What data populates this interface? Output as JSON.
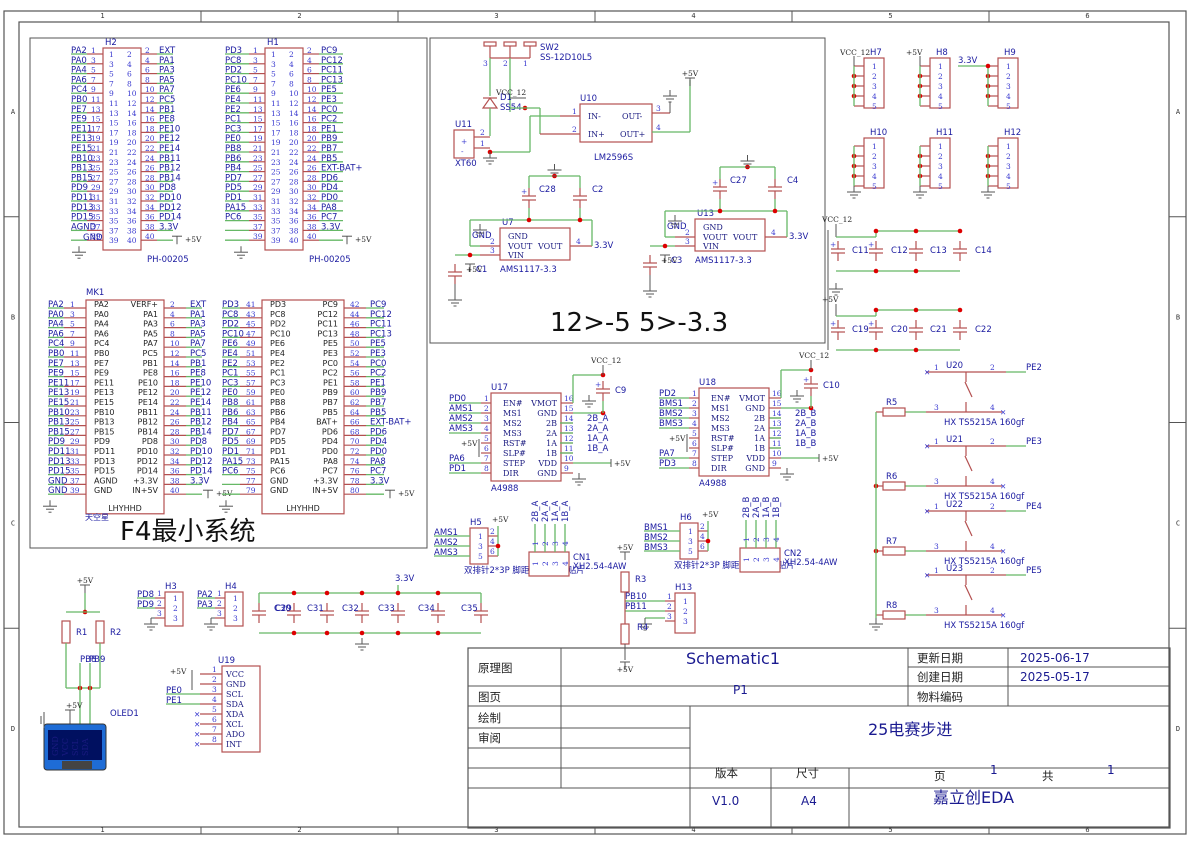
{
  "sheet": {
    "columns": [
      "1",
      "2",
      "3",
      "4",
      "5",
      "6"
    ],
    "rows": [
      "A",
      "B",
      "C",
      "D"
    ]
  },
  "title_block": {
    "schematic_label": "原理图",
    "schematic_name": "Schematic1",
    "page_label": "图页",
    "page_name": "P1",
    "update_date_label": "更新日期",
    "update_date": "2025-06-17",
    "create_date_label": "创建日期",
    "create_date": "2025-05-17",
    "material_code_label": "物料编码",
    "material_code": "",
    "drawn_label": "绘制",
    "review_label": "审阅",
    "project_title": "25电赛步进",
    "version_label": "版本",
    "version": "V1.0",
    "size_label": "尺寸",
    "size": "A4",
    "page_num_label": "页",
    "page_num": "1",
    "total_label": "共",
    "total": "1",
    "company": "嘉立创EDA"
  },
  "annotations": {
    "f4_section": "F4最小系统",
    "power_section": "12>-5 5>-3.3",
    "mk1_vendor": "天空星"
  },
  "power_nets": {
    "p5v": "+5V",
    "p33v": "3.3V",
    "vcc12": "VCC_12",
    "gnd": "GND"
  },
  "headers": {
    "h2": {
      "ref": "H2",
      "part": "PH-00205",
      "left": [
        "PA2",
        "PA0",
        "PA4",
        "PA6",
        "PC4",
        "PB0",
        "PE7",
        "PE9",
        "PE11",
        "PE13",
        "PE15",
        "PB10",
        "PB13",
        "PB15",
        "PD9",
        "PD11",
        "PD13",
        "PD15",
        "AGND",
        ""
      ],
      "right": [
        "EXT",
        "PA1",
        "PA3",
        "PA5",
        "PA7",
        "PC5",
        "PB1",
        "PE8",
        "PE10",
        "PE12",
        "PE14",
        "PB11",
        "PB12",
        "PB14",
        "PD8",
        "PD10",
        "PD12",
        "PD14",
        "3.3V",
        ""
      ],
      "gnd_label": "GND"
    },
    "h1": {
      "ref": "H1",
      "part": "PH-00205",
      "left": [
        "PD3",
        "PC8",
        "PD2",
        "PC10",
        "PE6",
        "PE4",
        "PE2",
        "PC1",
        "PC3",
        "PE0",
        "PB8",
        "PB6",
        "PB4",
        "PD7",
        "PD5",
        "PD1",
        "PA15",
        "PC6",
        "",
        ""
      ],
      "right": [
        "PC9",
        "PC12",
        "PC11",
        "PC13",
        "PE5",
        "PE3",
        "PC0",
        "PC2",
        "PE1",
        "PB9",
        "PB7",
        "PB5",
        "EXT-BAT+",
        "PD6",
        "PD4",
        "PD0",
        "PA8",
        "PC7",
        "3.3V",
        ""
      ]
    }
  },
  "mk1": {
    "ref": "MK1",
    "part": "LHYHHD",
    "left_block": {
      "left_nets": [
        "PA2",
        "PA0",
        "PA4",
        "PA6",
        "PC4",
        "PB0",
        "PE7",
        "PE9",
        "PE11",
        "PE13",
        "PE15",
        "PB10",
        "PB13",
        "PB15",
        "PD9",
        "PD11",
        "PD13",
        "PD15",
        "GND",
        "GND"
      ],
      "left_pins": [
        "1",
        "3",
        "5",
        "7",
        "9",
        "11",
        "13",
        "15",
        "17",
        "19",
        "21",
        "23",
        "25",
        "27",
        "29",
        "31",
        "33",
        "35",
        "37",
        "39"
      ],
      "left_names": [
        "PA2",
        "PA0",
        "PA4",
        "PA6",
        "PC4",
        "PB0",
        "PE7",
        "PE9",
        "PE11",
        "PE13",
        "PE15",
        "PB10",
        "PB13",
        "PB15",
        "PD9",
        "PD11",
        "PD13",
        "PD15",
        "AGND",
        "GND"
      ],
      "right_names": [
        "VERF+",
        "PA1",
        "PA3",
        "PA5",
        "PA7",
        "PC5",
        "PB1",
        "PE8",
        "PE10",
        "PE12",
        "PE14",
        "PB11",
        "PB12",
        "PB14",
        "PD8",
        "PD10",
        "PD12",
        "PD14",
        "+3.3V",
        "IN+5V"
      ],
      "right_pins": [
        "2",
        "4",
        "6",
        "8",
        "10",
        "12",
        "14",
        "16",
        "18",
        "20",
        "22",
        "24",
        "26",
        "28",
        "30",
        "32",
        "34",
        "36",
        "38",
        "40"
      ],
      "right_nets": [
        "EXT",
        "PA1",
        "PA3",
        "PA5",
        "PA7",
        "PC5",
        "PB1",
        "PE8",
        "PE10",
        "PE12",
        "PE14",
        "PB11",
        "PB12",
        "PB14",
        "PD8",
        "PD10",
        "PD12",
        "PD14",
        "3.3V",
        ""
      ]
    },
    "right_block": {
      "left_nets": [
        "PD3",
        "PC8",
        "PD2",
        "PC10",
        "PE6",
        "PE4",
        "PE2",
        "PC1",
        "PC3",
        "PE0",
        "PB8",
        "PB6",
        "PB4",
        "PD7",
        "PD5",
        "PD1",
        "PA15",
        "PC6",
        "",
        ""
      ],
      "left_pins": [
        "41",
        "43",
        "45",
        "47",
        "49",
        "51",
        "53",
        "55",
        "57",
        "59",
        "61",
        "63",
        "65",
        "67",
        "69",
        "71",
        "73",
        "75",
        "77",
        "79"
      ],
      "left_names": [
        "PD3",
        "PC8",
        "PD2",
        "PC10",
        "PE6",
        "PE4",
        "PE2",
        "PC1",
        "PC3",
        "PE0",
        "PB8",
        "PB6",
        "PB4",
        "PD7",
        "PD5",
        "PD1",
        "PA15",
        "PC6",
        "GND",
        "GND"
      ],
      "right_names": [
        "PC9",
        "PC12",
        "PC11",
        "PC13",
        "PE5",
        "PE3",
        "PC0",
        "PC2",
        "PE1",
        "PB9",
        "PB7",
        "PB5",
        "BAT+",
        "PD6",
        "PD4",
        "PD0",
        "PA8",
        "PC7",
        "+3.3V",
        "IN+5V"
      ],
      "right_pins": [
        "42",
        "44",
        "46",
        "48",
        "50",
        "52",
        "54",
        "56",
        "58",
        "60",
        "62",
        "64",
        "66",
        "68",
        "70",
        "72",
        "74",
        "76",
        "78",
        "80"
      ],
      "right_nets": [
        "PC9",
        "PC12",
        "PC11",
        "PC13",
        "PE5",
        "PE3",
        "PC0",
        "PC2",
        "PE1",
        "PB9",
        "PB7",
        "PB5",
        "EXT-BAT+",
        "PD6",
        "PD4",
        "PD0",
        "PA8",
        "PC7",
        "3.3V",
        ""
      ]
    }
  },
  "power_section": {
    "sw2": {
      "ref": "SW2",
      "part": "SS-12D10L5",
      "pins": [
        "3",
        "2",
        "1"
      ]
    },
    "d1": {
      "ref": "D1",
      "part": "SS54"
    },
    "u11": {
      "ref": "U11",
      "part": "XT60",
      "pins": [
        "2",
        "1"
      ],
      "plus": "+",
      "minus": "-"
    },
    "u10": {
      "ref": "U10",
      "part": "LM2596S",
      "left": [
        [
          "1",
          "IN-"
        ],
        [
          "2",
          "IN+"
        ]
      ],
      "right": [
        [
          "3",
          "OUT-"
        ],
        [
          "4",
          "OUT+"
        ]
      ]
    },
    "u7": {
      "ref": "U7",
      "part": "AMS1117-3.3",
      "names": [
        "GND",
        "VOUT",
        "VIN"
      ],
      "right_name": "VOUT",
      "pins": [
        "2",
        "3"
      ],
      "out_pin": "4",
      "gnd_net": "GND"
    },
    "u13": {
      "ref": "U13",
      "part": "AMS1117-3.3",
      "names": [
        "GND",
        "VOUT",
        "VIN"
      ],
      "right_name": "VOUT",
      "pins": [
        "2",
        "3"
      ],
      "out_pin": "4",
      "gnd_net": "GND"
    },
    "caps": [
      "C28",
      "C2",
      "C1",
      "C27",
      "C4",
      "C3"
    ]
  },
  "pin_headers_5": [
    {
      "ref": "H7",
      "net": "VCC_12"
    },
    {
      "ref": "H8",
      "net": "+5V"
    },
    {
      "ref": "H9",
      "net": "3.3V"
    },
    {
      "ref": "H10",
      "net": "GND"
    },
    {
      "ref": "H11",
      "net": "GND"
    },
    {
      "ref": "H12",
      "net": "GND"
    }
  ],
  "pin_numbers_5": [
    "1",
    "2",
    "3",
    "4",
    "5"
  ],
  "bulk_caps": {
    "vcc12_group": [
      "C11",
      "C12",
      "C13",
      "C14"
    ],
    "p5v_group": [
      "C19",
      "C20",
      "C21",
      "C22"
    ]
  },
  "drivers": [
    {
      "ref": "U17",
      "part": "A4988",
      "left_nets": [
        "PD0",
        "AMS1",
        "AMS2",
        "AMS3",
        "+5V",
        "",
        "PA6",
        "PD1"
      ],
      "left_pins": [
        "1",
        "2",
        "3",
        "4",
        "5",
        "6",
        "7",
        "8"
      ],
      "left_names": [
        "EN#",
        "MS1",
        "MS2",
        "MS3",
        "RST#",
        "SLP#",
        "STEP",
        "DIR"
      ],
      "right_names": [
        "VMOT",
        "GND",
        "2B",
        "2A",
        "1A",
        "1B",
        "VDD",
        "GND"
      ],
      "right_pins": [
        "16",
        "15",
        "14",
        "13",
        "12",
        "11",
        "10",
        "9"
      ],
      "right_nets": [
        "",
        "",
        "2B_A",
        "2A_A",
        "1A_A",
        "1B_A",
        "+5V",
        ""
      ],
      "cap": "C9"
    },
    {
      "ref": "U18",
      "part": "A4988",
      "left_nets": [
        "PD2",
        "BMS1",
        "BMS2",
        "BMS3",
        "+5V",
        "",
        "PA7",
        "PD3"
      ],
      "left_pins": [
        "1",
        "2",
        "3",
        "4",
        "5",
        "6",
        "7",
        "8"
      ],
      "left_names": [
        "EN#",
        "MS1",
        "MS2",
        "MS3",
        "RST#",
        "SLP#",
        "STEP",
        "DIR"
      ],
      "right_names": [
        "VMOT",
        "GND",
        "2B",
        "2A",
        "1A",
        "1B",
        "VDD",
        "GND"
      ],
      "right_pins": [
        "16",
        "15",
        "14",
        "13",
        "12",
        "11",
        "10",
        "9"
      ],
      "right_nets": [
        "",
        "",
        "2B_B",
        "2A_B",
        "1A_B",
        "1B_B",
        "+5V",
        ""
      ],
      "cap": "C10"
    }
  ],
  "buttons": [
    {
      "ref": "U20",
      "net": "PE2",
      "resistor": "R5",
      "part": "HX TS5215A 160gf"
    },
    {
      "ref": "U21",
      "net": "PE3",
      "resistor": "R6",
      "part": "HX TS5215A 160gf"
    },
    {
      "ref": "U22",
      "net": "PE4",
      "resistor": "R7",
      "part": "HX TS5215A 160gf"
    },
    {
      "ref": "U23",
      "net": "PE5",
      "resistor": "R8",
      "part": "HX TS5215A 160gf"
    }
  ],
  "button_pins": [
    "1",
    "2",
    "3",
    "4"
  ],
  "ms_headers": [
    {
      "ref": "H5",
      "nets": [
        "AMS1",
        "AMS2",
        "AMS3"
      ],
      "left_pins": [
        "1",
        "3",
        "5"
      ],
      "right_pins": [
        "2",
        "4",
        "6"
      ],
      "inner": [
        "1",
        "2",
        "3",
        "4",
        "5",
        "6"
      ],
      "part": "双排针2*3P 脚距2.54mm 贴片"
    },
    {
      "ref": "H6",
      "nets": [
        "BMS1",
        "BMS2",
        "BMS3"
      ],
      "left_pins": [
        "1",
        "3",
        "5"
      ],
      "right_pins": [
        "2",
        "4",
        "6"
      ],
      "inner": [
        "1",
        "2",
        "3",
        "4",
        "5",
        "6"
      ],
      "part": "双排针2*3P 脚距2.54mm 贴片"
    }
  ],
  "motor_connectors": [
    {
      "ref": "CN1",
      "part": "XH2.54-4AW",
      "nets": [
        "2B_A",
        "2A_A",
        "1A_A",
        "1B_A"
      ],
      "pins": [
        "1",
        "2",
        "3",
        "4"
      ]
    },
    {
      "ref": "CN2",
      "part": "XH2.54-4AW",
      "nets": [
        "2B_B",
        "2A_B",
        "1A_B",
        "1B_B"
      ],
      "pins": [
        "1",
        "2",
        "3",
        "4"
      ]
    }
  ],
  "h13": {
    "ref": "H13",
    "nets": [
      "PB10",
      "PB11",
      ""
    ],
    "pins": [
      "1",
      "2",
      "3"
    ],
    "r_top": "R3",
    "r_bot": "R4"
  },
  "h3": {
    "ref": "H3",
    "nets": [
      "PD8",
      "PD9",
      ""
    ],
    "pins": [
      "1",
      "2",
      "3"
    ]
  },
  "h4": {
    "ref": "H4",
    "nets": [
      "PA2",
      "PA3",
      ""
    ],
    "pins": [
      "1",
      "2",
      "3"
    ]
  },
  "oled": {
    "ref": "OLED1",
    "pins": [
      "GND",
      "VCC",
      "SCL",
      "SDA"
    ],
    "nets": [
      "PB8",
      "PB9"
    ],
    "r1": "R1",
    "r2": "R2"
  },
  "u19": {
    "ref": "U19",
    "pins": [
      "1",
      "2",
      "3",
      "4",
      "5",
      "6",
      "7",
      "8"
    ],
    "names": [
      "VCC",
      "GND",
      "SCL",
      "SDA",
      "XDA",
      "XCL",
      "ADO",
      "INT"
    ],
    "nets": [
      "+5V",
      "",
      "PE0",
      "PE1",
      "",
      "",
      "",
      ""
    ]
  },
  "decoupling_33": [
    "C29",
    "C30",
    "C31",
    "C32",
    "C33",
    "C34",
    "C35"
  ]
}
